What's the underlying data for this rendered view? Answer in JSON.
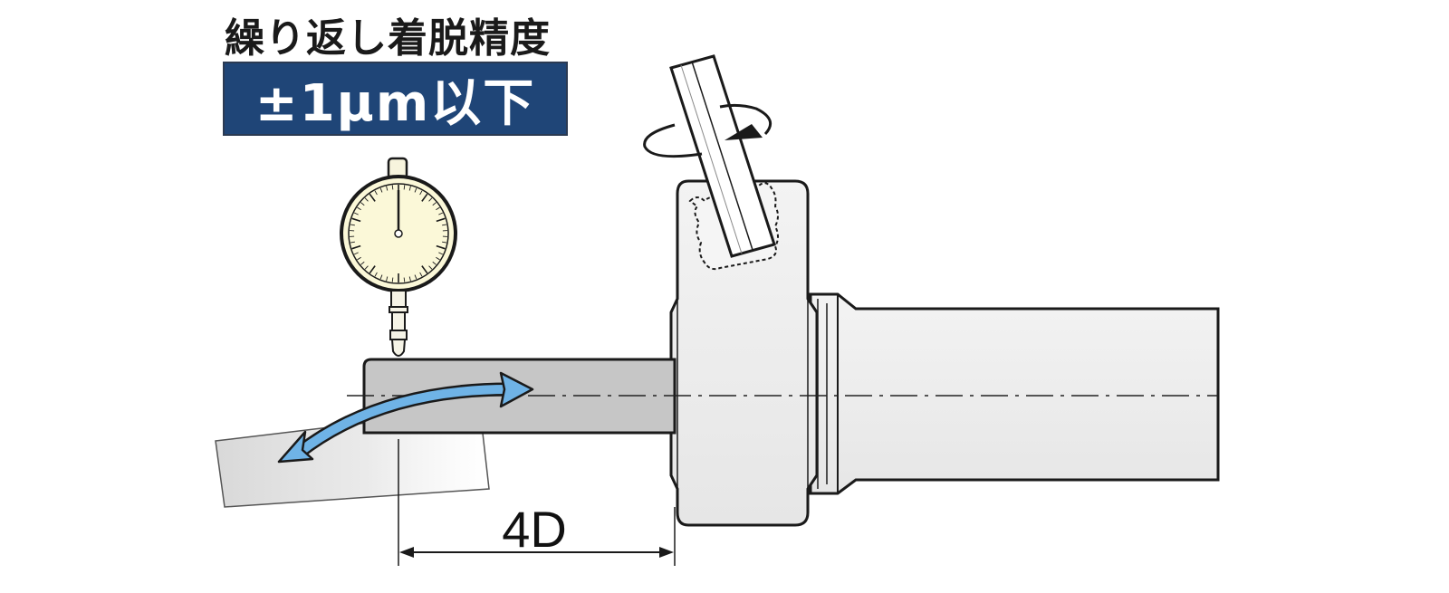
{
  "heading": "繰り返し着脱精度",
  "badge": {
    "text": "±1μm以下",
    "background": "#1f4577",
    "text_color": "#ffffff"
  },
  "dimension": {
    "label": "4D"
  },
  "colors": {
    "outline": "#1a1a1a",
    "bar": "#c6c6c6",
    "holder": "#ebebeb",
    "gauge_face": "#fbf8d8",
    "motion_arrow": "#6fb3e6"
  },
  "icons": {
    "gauge": "dial-indicator-icon",
    "wrench": "hex-wrench-icon",
    "rotation": "rotation-arrow-icon",
    "swing": "swing-arrow-icon"
  }
}
